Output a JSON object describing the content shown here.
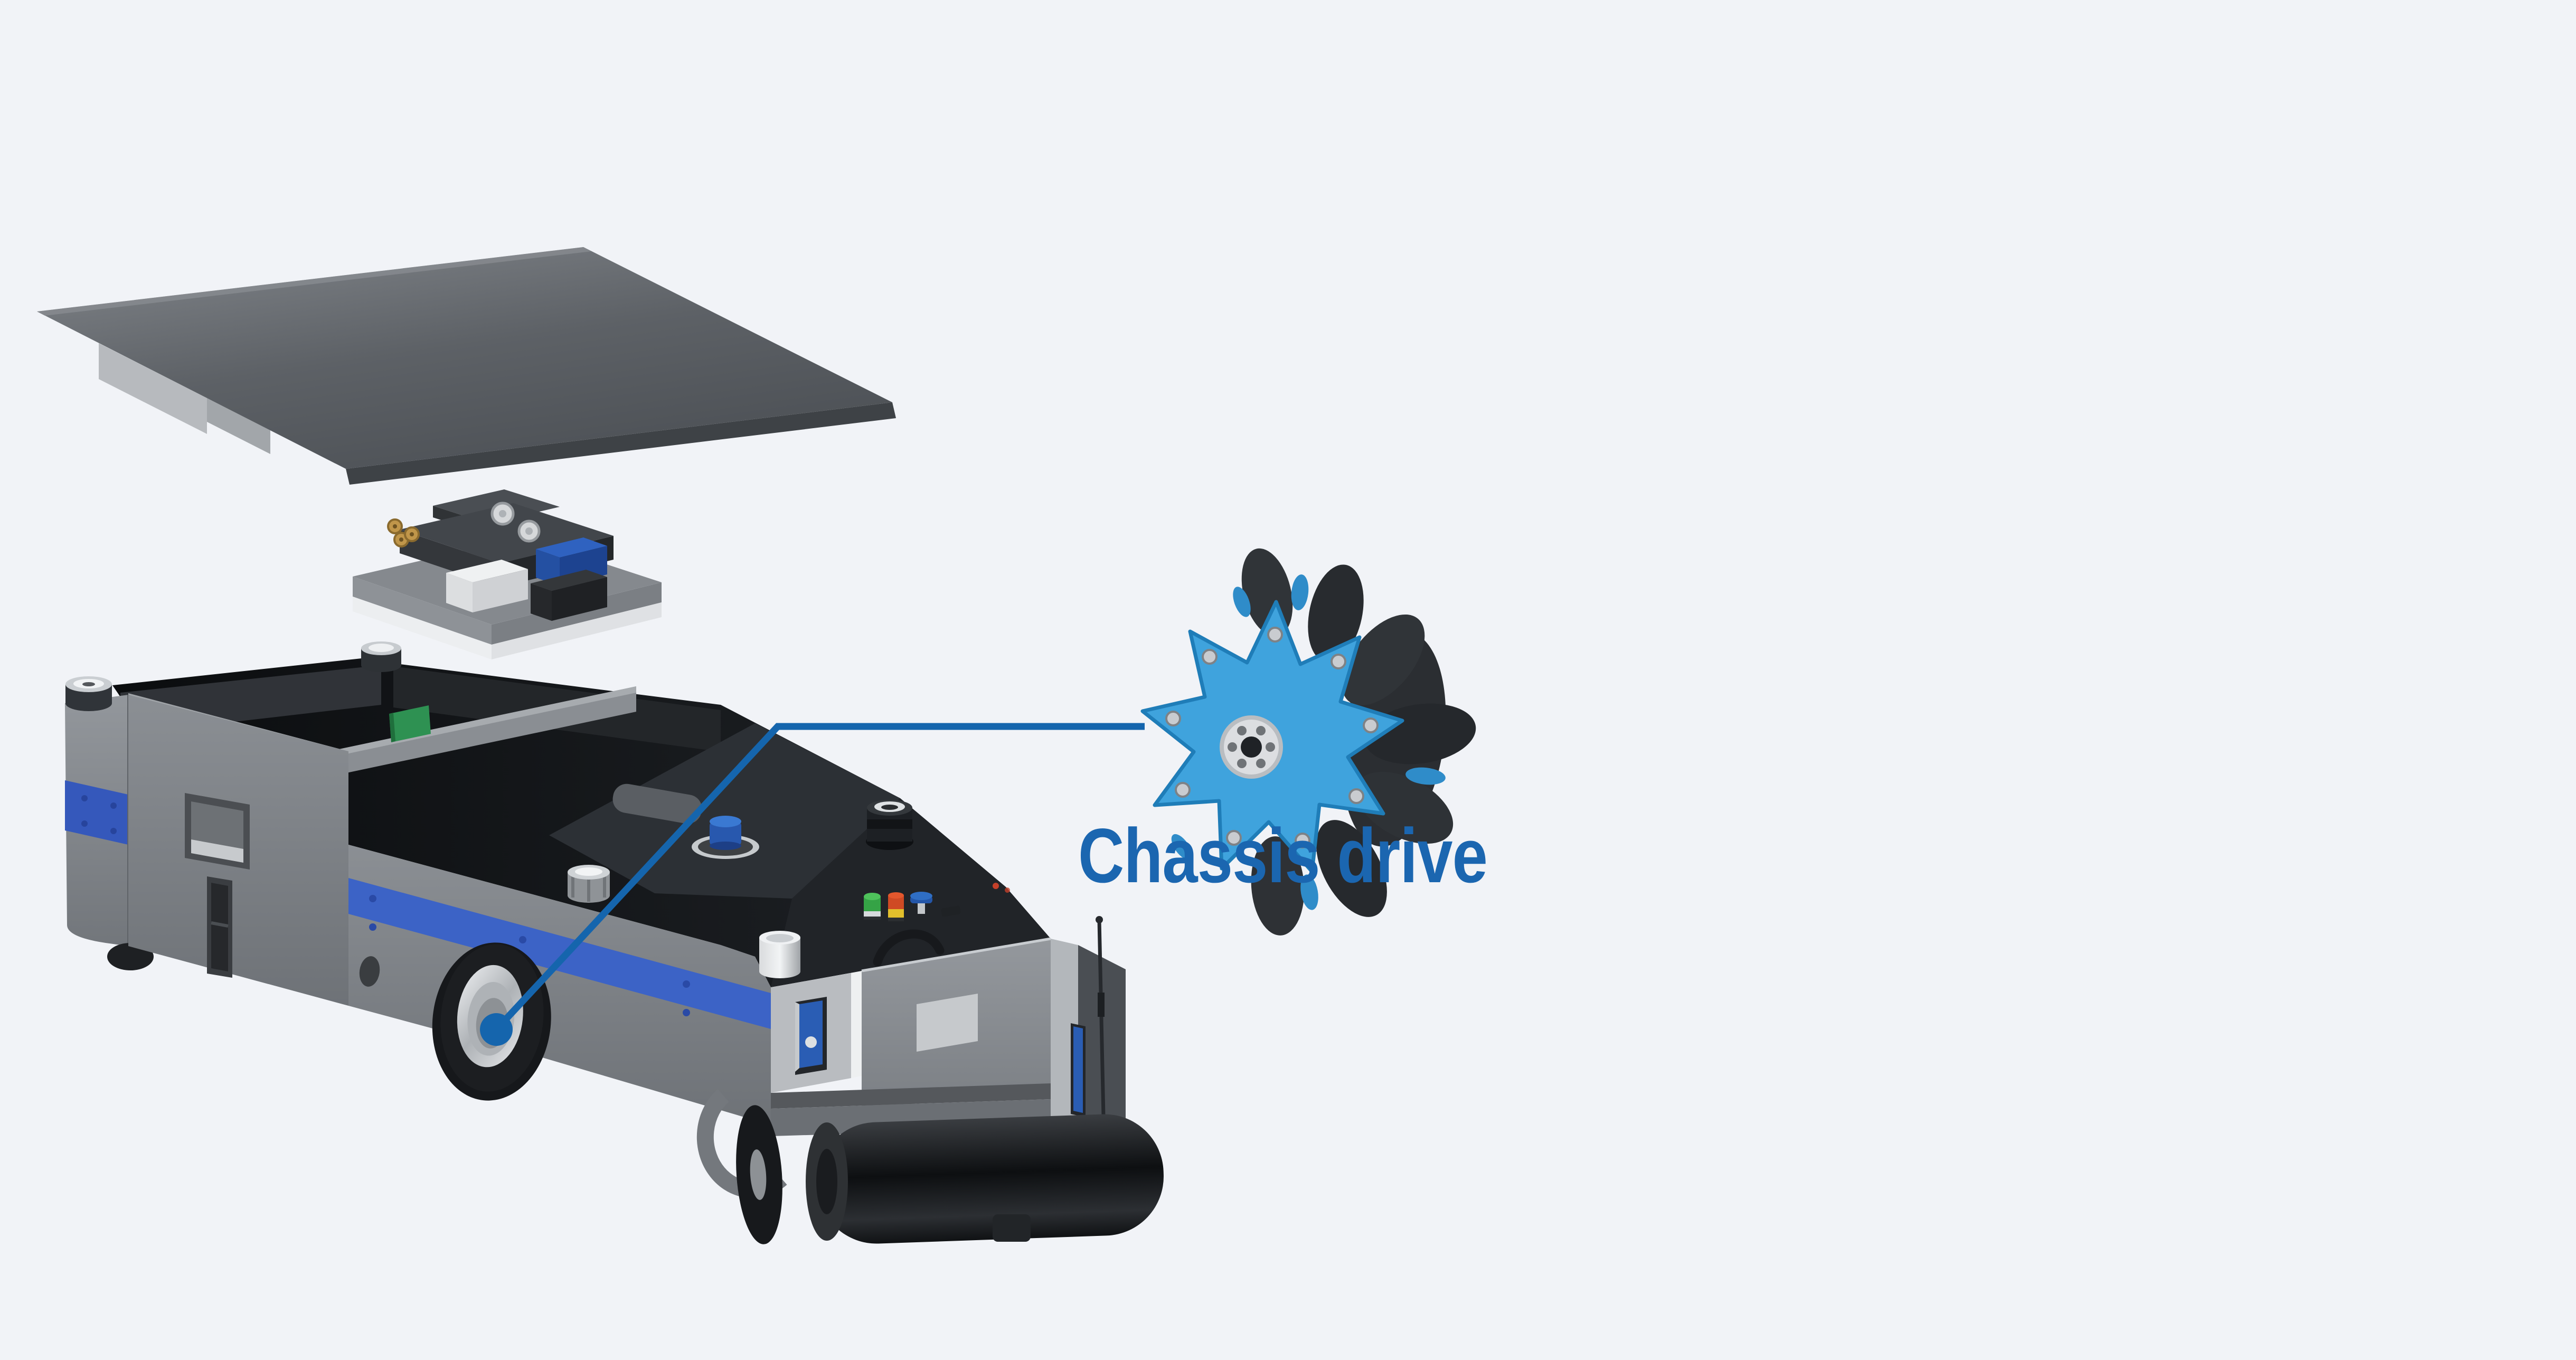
{
  "page": {
    "background_color": "#f1f3f7",
    "description": "Exploded-view illustration of an AGV transfer cart with its top cover and control module lifted off, and a callout of the mecanum chassis drive wheel"
  },
  "callout": {
    "label": "Chassis drive",
    "text_color": "#1b66b0",
    "line_color": "#1565ad"
  },
  "parts": {
    "top_cover": "top cover plate",
    "control_module": "controller module",
    "chassis_body": "AGV chassis body",
    "drive_wheel": "mecanum drive wheel"
  },
  "colors": {
    "body_grey": "#85898e",
    "stripe_blue": "#3b63c4",
    "wheel_blue": "#3fa3dd",
    "dark_trim": "#1a1c20"
  }
}
